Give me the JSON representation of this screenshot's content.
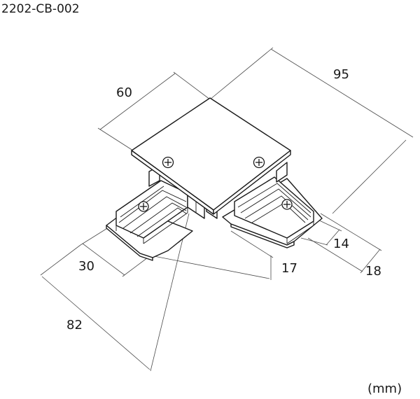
{
  "product_code": "2202-CB-002",
  "unit": "(mm)",
  "dimensions": {
    "length_long": "95",
    "width_top": "60",
    "arm_length": "82",
    "arm_width": "30",
    "height": "17",
    "rail_height": "14",
    "rail_width": "18"
  },
  "icons": [
    "screw-icon"
  ]
}
